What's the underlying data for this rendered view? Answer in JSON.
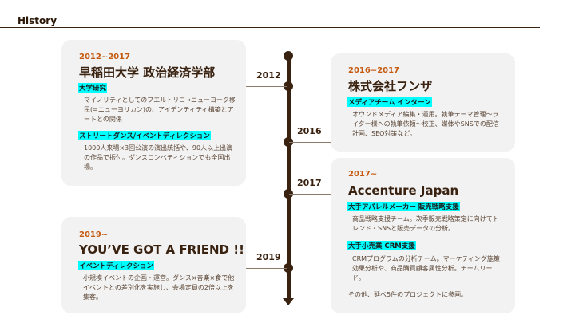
{
  "header": {
    "title": "History"
  },
  "timeline": {
    "years": [
      "2012",
      "2016",
      "2017",
      "2019"
    ]
  },
  "cards": [
    {
      "period": "2012~2017",
      "title": "早稲田大学 政治経済学部",
      "sections": [
        {
          "tag": "大学研究",
          "desc": "マイノリティとしてのプエルトリコ→ニューヨーク移民(=ニューヨリカン)の、アイデンティティ構築とアートとの関係"
        },
        {
          "tag": "ストリートダンス/イベントディレクション",
          "desc": "1000人来場×3回公演の演出統括や、90人以上出演の作品で振付。ダンスコンペティションでも全国出場。"
        }
      ]
    },
    {
      "period": "2016~2017",
      "title": "株式会社フンザ",
      "sections": [
        {
          "tag": "メディアチーム インターン",
          "desc": "オウンドメディア編集・運用。執筆テーマ管理～ライター様への執筆依頼～校正、媒体やSNSでの配信計画、SEO対策など。"
        }
      ]
    },
    {
      "period": "2017~",
      "title": "Accenture Japan",
      "sections": [
        {
          "tag": "大手アパレルメーカー 販売戦略支援",
          "desc": "商品戦略支援チーム。次季販売戦略策定に向けてトレンド・SNSと販売データの分析。"
        },
        {
          "tag": "大手小売業 CRM支援",
          "desc": "CRMプログラムの分析チーム。マーケティング施策効果分析や、商品購買顧客属性分析。チームリード。"
        }
      ],
      "note": "その他、延べ5件のプロジェクトに参画。"
    },
    {
      "period": "2019~",
      "title": "YOU’VE GOT A FRIEND !!",
      "sections": [
        {
          "tag": "イベントディレクション",
          "desc": "小規模イベントの企画・運営。ダンス×音楽×食で他イベントとの差別化を実施し、会場定員の2倍以上を集客。"
        }
      ]
    }
  ]
}
